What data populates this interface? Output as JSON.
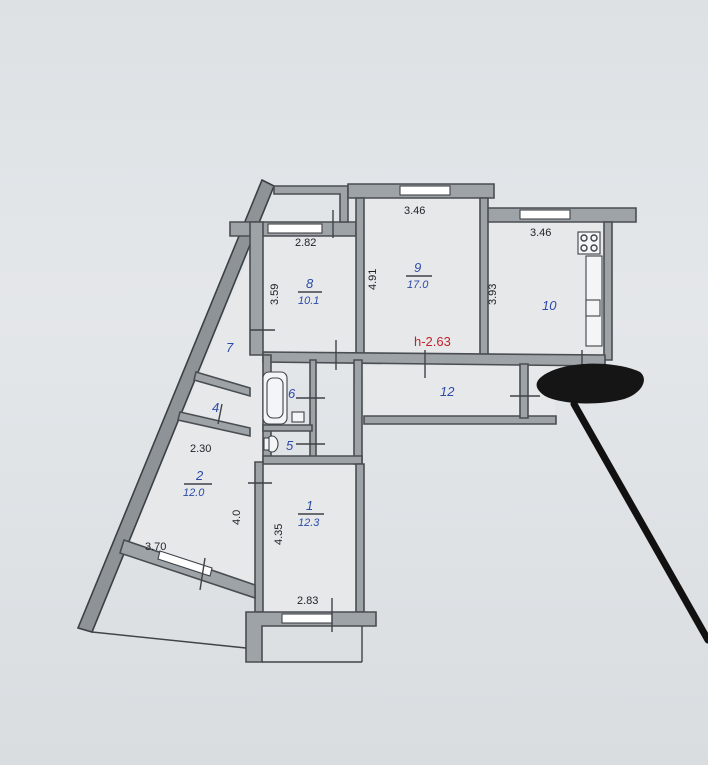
{
  "ceiling_height": "h-2.63",
  "rooms": [
    {
      "number": "1",
      "area": "12.3"
    },
    {
      "number": "2",
      "area": "12.0"
    },
    {
      "number": "4"
    },
    {
      "number": "5"
    },
    {
      "number": "6"
    },
    {
      "number": "7"
    },
    {
      "number": "8",
      "area": "10.1"
    },
    {
      "number": "9",
      "area": "17.0"
    },
    {
      "number": "10"
    },
    {
      "number": "12"
    }
  ],
  "dimensions": {
    "r8_width": "2.82",
    "r8_depth": "3.59",
    "r9_width": "3.46",
    "r9_depth": "4.91",
    "r10_width": "3.46",
    "r10_depth": "3.93",
    "r2_width": "2.30",
    "r2_depth": "4.0",
    "r2_balcony": "3.70",
    "r1_depth": "4.35",
    "r1_width": "2.83"
  },
  "colors": {
    "room_numbers": "#2d4aa8",
    "ceiling_height": "#c0242a",
    "walls": "#9ea3a8"
  }
}
